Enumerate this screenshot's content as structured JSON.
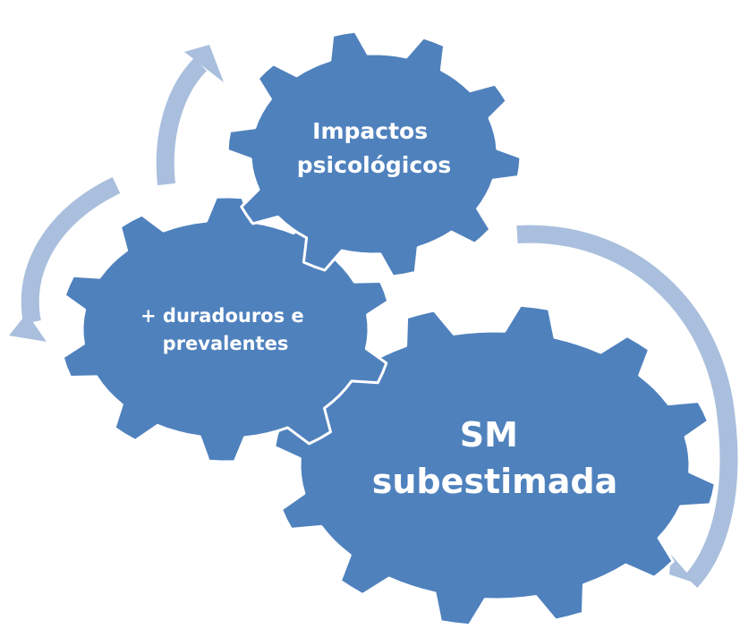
{
  "colors": {
    "gear_fill": "#4f81bd",
    "gear_stroke": "#ffffff",
    "arrow": "#a9bfdd",
    "text": "#ffffff"
  },
  "gears": [
    {
      "id": "top",
      "lines": [
        "Impactos",
        "psicológicos"
      ]
    },
    {
      "id": "left",
      "lines": [
        "+ duradouros e",
        "prevalentes"
      ]
    },
    {
      "id": "bottom",
      "lines": [
        "SM",
        "subestimada"
      ]
    }
  ],
  "arrows": [
    {
      "from": "left",
      "to": "top",
      "icon": "curved-arrow-icon"
    },
    {
      "from": "top",
      "to": "left",
      "icon": "curved-arrow-icon"
    },
    {
      "from": "top",
      "to": "bottom",
      "icon": "curved-arrow-icon"
    }
  ]
}
